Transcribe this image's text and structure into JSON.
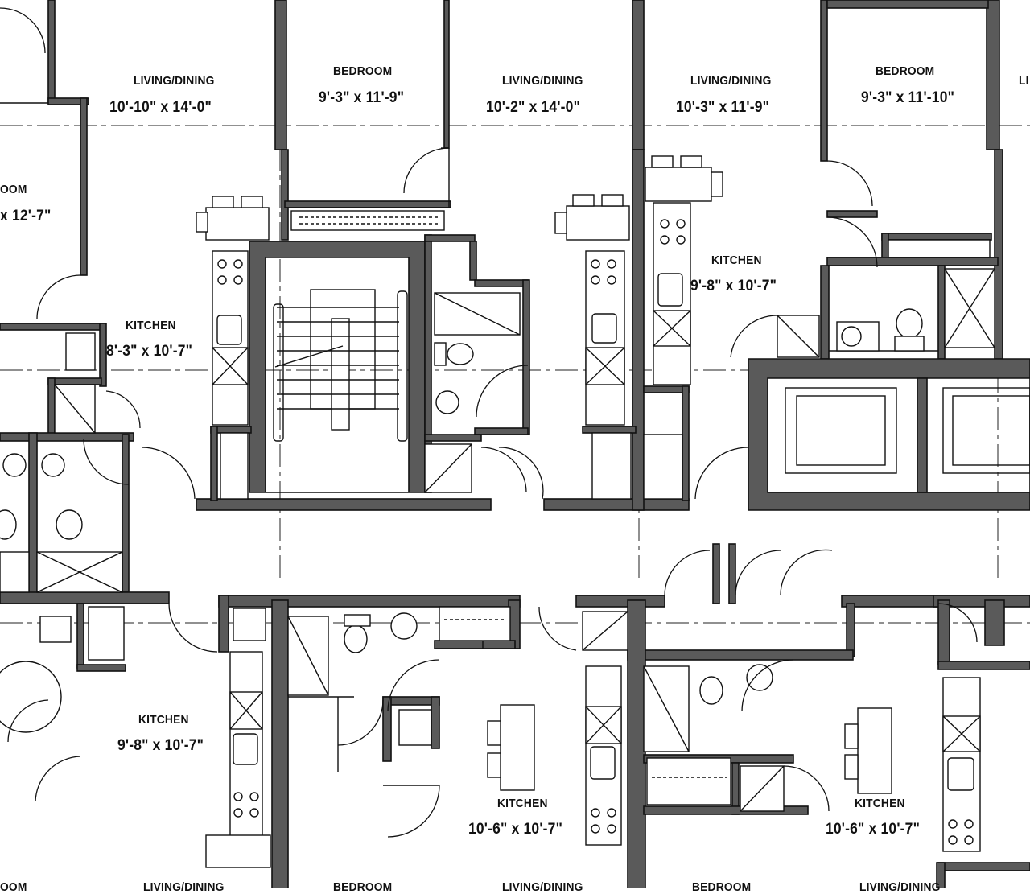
{
  "rooms": [
    {
      "id": "r1",
      "name": "LIVING/DINING",
      "dims": "10'-10\"  x  14'-0\""
    },
    {
      "id": "r2",
      "name": "BEDROOM",
      "dims": "9'-3\"  x  11'-9\""
    },
    {
      "id": "r3",
      "name": "LIVING/DINING",
      "dims": "10'-2\"  x  14'-0\""
    },
    {
      "id": "r4",
      "name": "LIVING/DINING",
      "dims": "10'-3\"  x  11'-9\""
    },
    {
      "id": "r5",
      "name": "BEDROOM",
      "dims": "9'-3\"  x  11'-10\""
    },
    {
      "id": "r6",
      "name": "LI",
      "dims": ""
    },
    {
      "id": "r7",
      "name": "OOM",
      "dims": "x  12'-7\""
    },
    {
      "id": "r8",
      "name": "KITCHEN",
      "dims": "8'-3\"  x  10'-7\""
    },
    {
      "id": "r9",
      "name": "KITCHEN",
      "dims": "9'-8\"  x  10'-7\""
    },
    {
      "id": "r10",
      "name": "KITCHEN",
      "dims": "9'-8\"  x  10'-7\""
    },
    {
      "id": "r11",
      "name": "KITCHEN",
      "dims": "10'-6\"  x  10'-7\""
    },
    {
      "id": "r12",
      "name": "KITCHEN",
      "dims": "10'-6\"  x  10'-7\""
    },
    {
      "id": "r13",
      "name": "OOM",
      "dims": ""
    },
    {
      "id": "r14",
      "name": "LIVING/DINING",
      "dims": ""
    },
    {
      "id": "r15",
      "name": "BEDROOM",
      "dims": ""
    },
    {
      "id": "r16",
      "name": "LIVING/DINING",
      "dims": ""
    },
    {
      "id": "r17",
      "name": "BEDROOM",
      "dims": ""
    },
    {
      "id": "r18",
      "name": "LIVING/DINING",
      "dims": ""
    }
  ]
}
